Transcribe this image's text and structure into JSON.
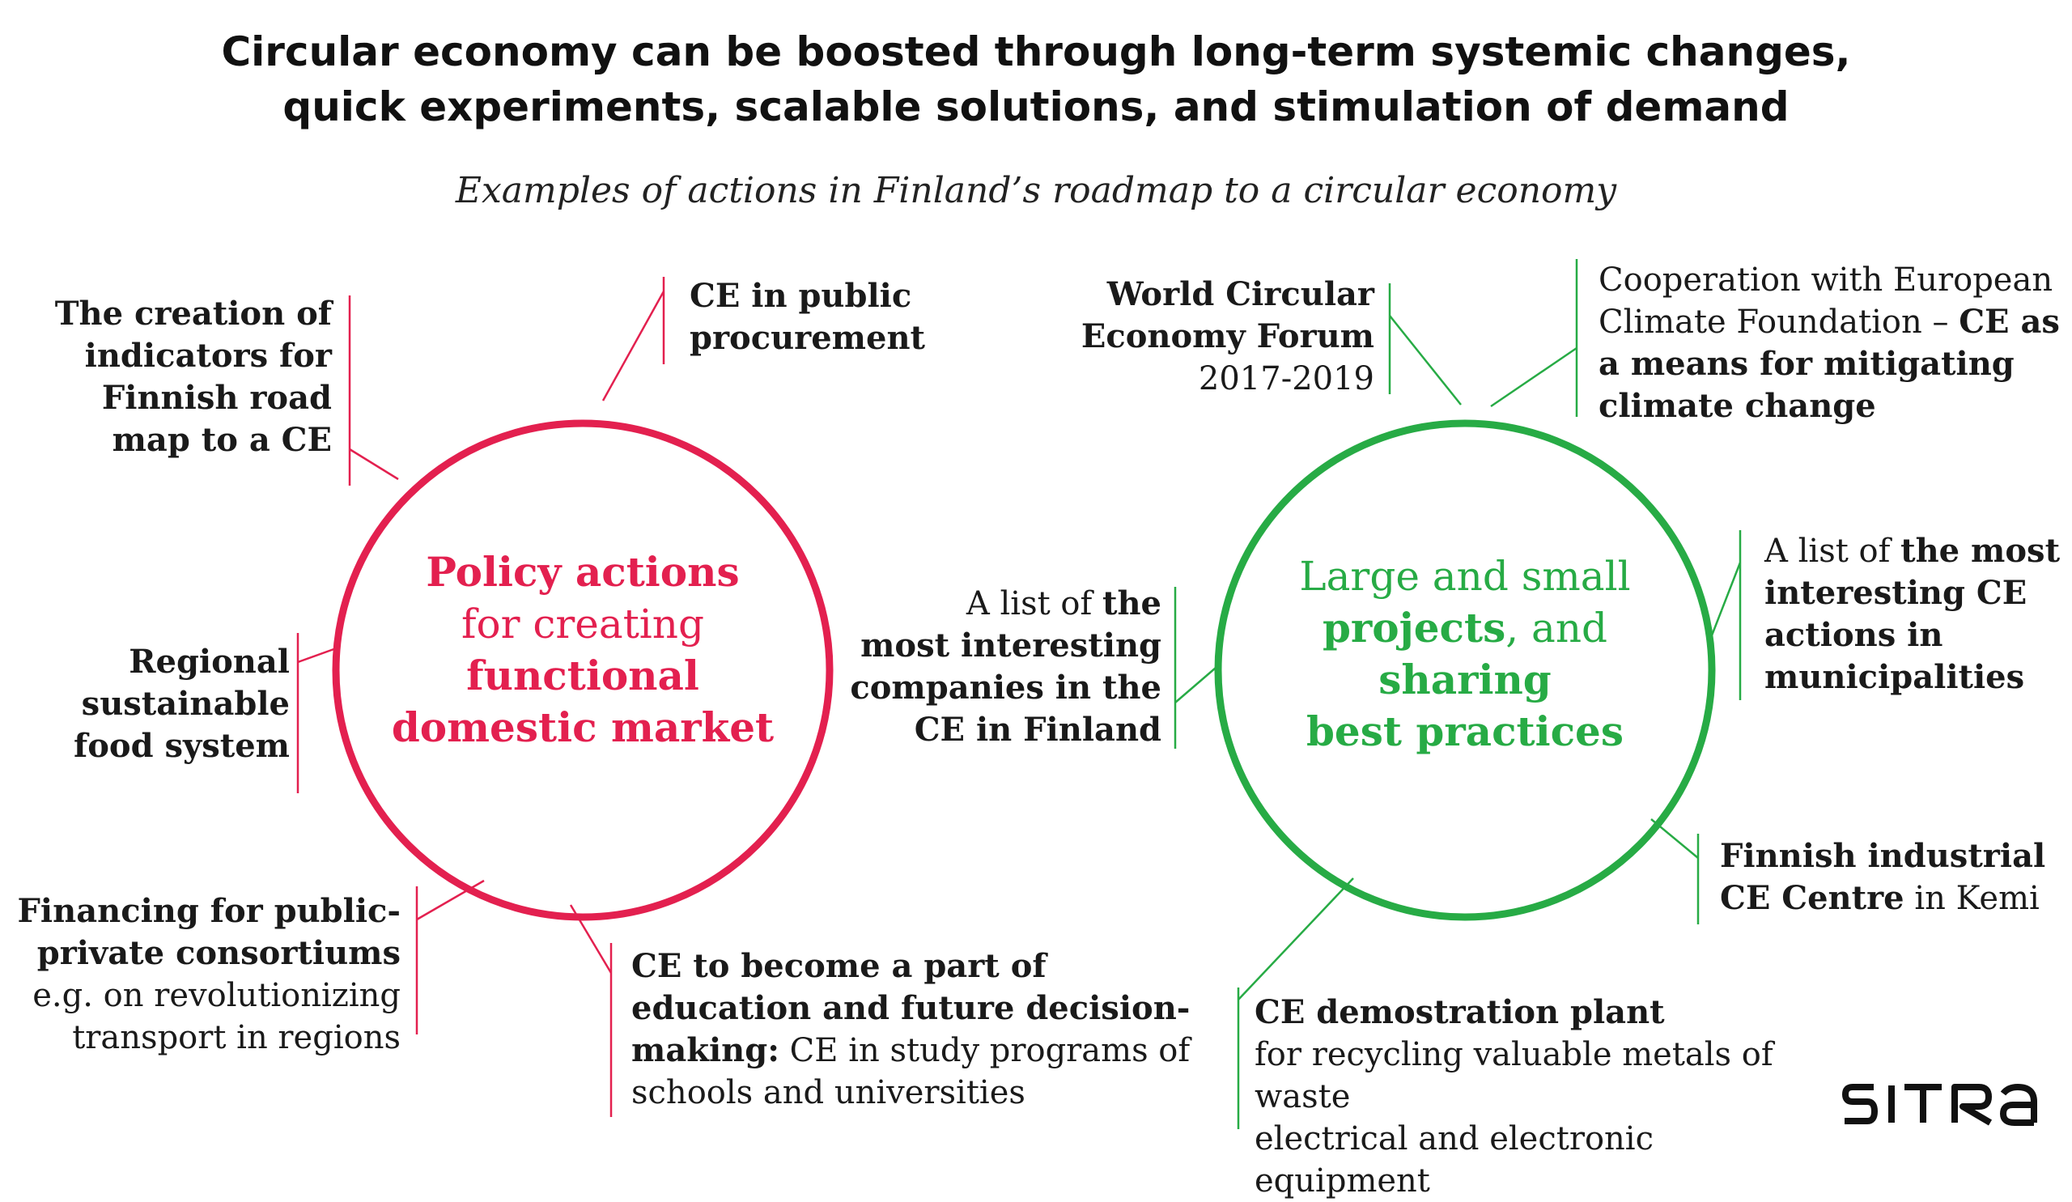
{
  "title": {
    "line1": "Circular economy can be boosted through long-term systemic changes,",
    "line2": "quick experiments, scalable solutions, and stimulation of demand"
  },
  "subtitle": "Examples of actions in Finland’s roadmap to a circular economy",
  "colors": {
    "policy": "#e3204f",
    "projects": "#27ab45",
    "text": "#1a1a1a"
  },
  "policy_circle": {
    "line1": "Policy actions",
    "line2": "for creating",
    "line3": "functional",
    "line4": "domestic market"
  },
  "projects_circle": {
    "line1": "Large and small",
    "line2_bold": "projects",
    "line2_rest": ", and",
    "line3": "sharing",
    "line4": "best practices"
  },
  "policy_items": {
    "indicators": {
      "l1": "The creation of",
      "l2": "indicators for",
      "l3": "Finnish road",
      "l4": "map to a CE"
    },
    "procurement": {
      "l1": "CE in public",
      "l2": "procurement"
    },
    "food": {
      "l1": "Regional",
      "l2": "sustainable",
      "l3": "food system"
    },
    "financing": {
      "l1": "Financing for public-",
      "l2": "private consortiums",
      "l3": "e.g. on revolutionizing",
      "l4": "transport in regions"
    },
    "education": {
      "l1": "CE to become a part of",
      "l2": "education and future decision-",
      "l3_bold": "making:",
      "l3_rest": " CE in study programs of",
      "l4": "schools and universities"
    }
  },
  "project_items": {
    "forum": {
      "l1": "World Circular",
      "l2": "Economy Forum",
      "l3": "2017-2019"
    },
    "climate": {
      "l1": "Cooperation with European",
      "l2_a": "Climate Foundation – ",
      "l2_b": "CE as",
      "l3": "a means for mitigating",
      "l4": "climate change"
    },
    "companies": {
      "l1_a": "A list of ",
      "l1_b": "the",
      "l2": "most interesting",
      "l3": "companies in the",
      "l4": "CE in Finland"
    },
    "municipalities": {
      "l1_a": "A list of ",
      "l1_b": "the most",
      "l2": "interesting CE",
      "l3": "actions in",
      "l4": "municipalities"
    },
    "kemi": {
      "l1": "Finnish industrial",
      "l2_bold": "CE Centre",
      "l2_rest": " in Kemi"
    },
    "plant": {
      "l1": "CE demostration plant",
      "l2": "for recycling valuable metals of waste",
      "l3": "electrical and electronic equipment"
    }
  },
  "logo": "SITRA"
}
